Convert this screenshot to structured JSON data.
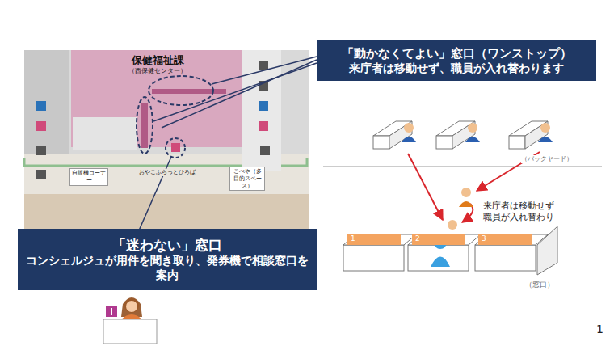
{
  "diagram": {
    "nodes": [
      {
        "text": [
          "「動かなくてよい」窓口（ワンストップ）",
          "来庁者は移動せず、職員が入れ替わります"
        ]
      },
      {
        "text": [
          "「迷わない」窓口",
          "コンシェルジュが用件を聞き取り、発券機で相談窓口を案内"
        ]
      },
      {
        "text": [
          "保健福祉課",
          "（西保健センター）"
        ]
      },
      {
        "text": [
          "自販機コーナー"
        ]
      },
      {
        "text": [
          "こべや（多目的スペース）"
        ]
      },
      {
        "text": [
          "1"
        ]
      },
      {
        "text": [
          "2"
        ]
      },
      {
        "text": [
          "3"
        ]
      }
    ],
    "labels": [
      "おやこふらっとひろば",
      "（バックヤード）",
      "来庁者は移動せず 職員が入れ替わり",
      "（窓口）",
      "1"
    ]
  }
}
